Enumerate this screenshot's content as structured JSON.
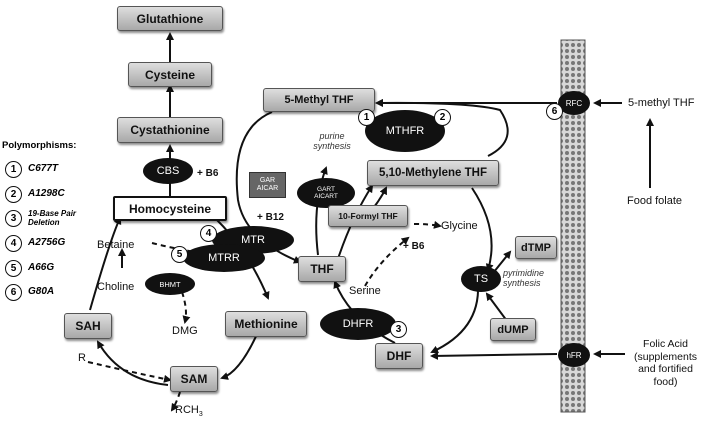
{
  "metabolites": {
    "glutathione": "Glutathione",
    "cysteine": "Cysteine",
    "cystathionine": "Cystathionine",
    "homocysteine": "Homocysteine",
    "methyl_thf": "5-Methyl THF",
    "methylene_thf": "5,10-Methylene THF",
    "formyl_thf": "10-Formyl THF",
    "thf": "THF",
    "dhf": "DHF",
    "methionine": "Methionine",
    "sam": "SAM",
    "sah": "SAH",
    "dtmp": "dTMP",
    "dump": "dUMP"
  },
  "enzymes": {
    "cbs": "CBS",
    "mthfr": "MTHFR",
    "mtr": "MTR",
    "mtrr": "MTRR",
    "bhmt": "BHMT",
    "dhfr": "DHFR",
    "ts": "TS",
    "rfc": "RFC",
    "hfr": "hFR",
    "gar_aicar": "GAR AICAR",
    "gart_aicart": "GART AICART"
  },
  "labels": {
    "b6_top": "+ B6",
    "b12": "+ B12",
    "b6_mid": "+ B6",
    "purine": "purine synthesis",
    "pyrimidine": "pyrimidine synthesis",
    "glycine": "Glycine",
    "serine": "Serine",
    "betaine": "Betaine",
    "choline": "Choline",
    "dmg": "DMG",
    "r": "R",
    "rch3_base": "RCH",
    "rch3_sub": "3",
    "methyl_thf_source": "5-methyl THF",
    "food_folate": "Food folate",
    "folic_acid": "Folic Acid (supplements and fortified food)"
  },
  "polymorphisms": {
    "title": "Polymorphisms:",
    "items": [
      {
        "n": "1",
        "v": "C677T"
      },
      {
        "n": "2",
        "v": "A1298C"
      },
      {
        "n": "3",
        "v": "19-Base Pair Deletion"
      },
      {
        "n": "4",
        "v": "A2756G"
      },
      {
        "n": "5",
        "v": "A66G"
      },
      {
        "n": "6",
        "v": "G80A"
      }
    ]
  },
  "markers": {
    "mthfr_1": "1",
    "mthfr_2": "2",
    "mtr_4": "4",
    "mtrr_5": "5",
    "dhfr_3": "3",
    "rfc_6": "6"
  }
}
